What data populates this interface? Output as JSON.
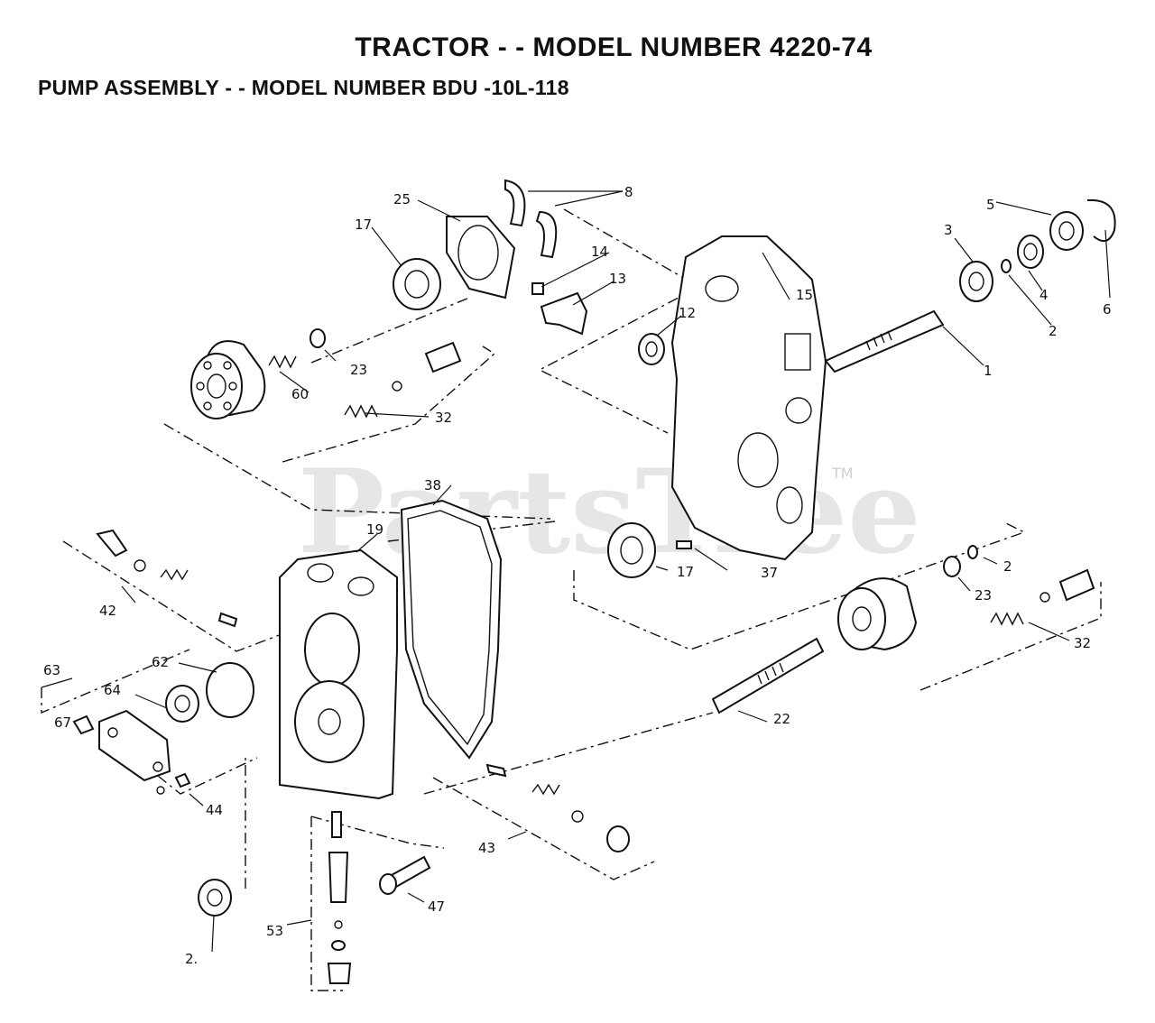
{
  "header": {
    "title": "TRACTOR - - MODEL NUMBER 4220-74",
    "subtitle": "PUMP ASSEMBLY - - MODEL NUMBER BDU -10L-118"
  },
  "watermark": {
    "text": "PartsTree",
    "tm": "TM"
  },
  "callouts": {
    "p1": "1",
    "p2a": "2",
    "p2b": "2",
    "p2c": "2.",
    "p3": "3",
    "p4": "4",
    "p5": "5",
    "p6": "6",
    "p8": "8",
    "p12": "12",
    "p13": "13",
    "p14": "14",
    "p15": "15",
    "p17a": "17",
    "p17b": "17",
    "p19": "19",
    "p22": "22",
    "p23a": "23",
    "p23b": "23",
    "p25": "25",
    "p32a": "32",
    "p32b": "32",
    "p37": "37",
    "p38": "38",
    "p42": "42",
    "p43": "43",
    "p44": "44",
    "p47": "47",
    "p53": "53",
    "p60": "60",
    "p62": "62",
    "p63": "63",
    "p64": "64",
    "p67": "67"
  }
}
